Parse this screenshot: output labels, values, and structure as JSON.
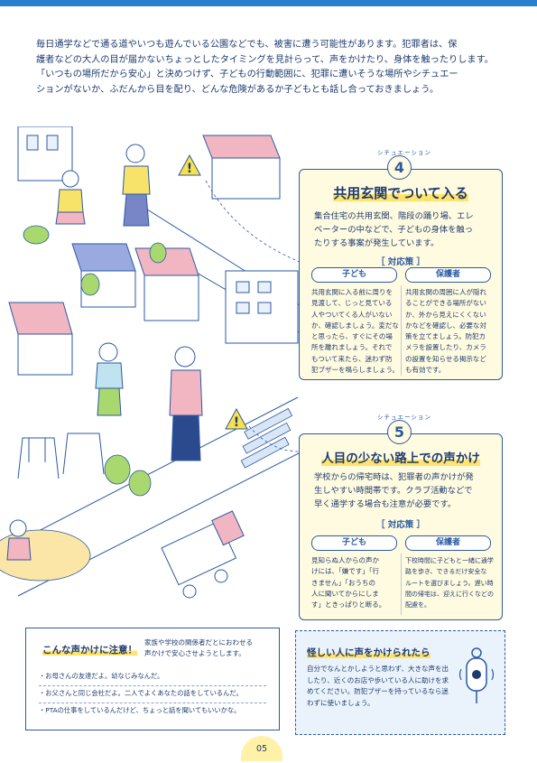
{
  "intro": {
    "lines": [
      "毎日通学などで通る道やいつも遊んでいる公園などでも、被害に遭う可能性があります。犯罪者は、保",
      "護者などの大人の目が届かないちょっとしたタイミングを見計らって、声をかけたり、身体を触ったりします。",
      "「いつもの場所だから安心」と決めつけず、子どもの行動範囲に、犯罪に遭いそうな場所やシチュエー",
      "ションがないか、ふだんから目を配り、どんな危険があるか子どもとも話し合っておきましょう。"
    ]
  },
  "situation1": {
    "label": "シチュエーション",
    "number": "4",
    "title": "共用玄関でついて入る",
    "desc": [
      "集合住宅の共用玄関、階段の踊り場、エレ",
      "ベーターの中などで、子どもの身体を触っ",
      "たりする事案が発生しています。"
    ],
    "measures": "［ 対応策 ］",
    "child_label": "子ども",
    "parent_label": "保護者",
    "child_text": [
      "共用玄関に入る前に周りを",
      "見渡して、じっと見ている",
      "人やついてくる人がいない",
      "か、確認しましょう。変だな",
      "と思ったら、すぐにその場",
      "所を離れましょう。それで",
      "もついて来たら、迷わず防",
      "犯ブザーを鳴らしましょう。"
    ],
    "parent_text": [
      "共用玄関の周囲に人が隠れ",
      "ることができる場所がない",
      "か、外から見えにくくない",
      "かなどを確認し、必要な対",
      "策を立てましょう。防犯カ",
      "メラを設置したり、カメラ",
      "の設置を知らせる掲示など",
      "も有効です。"
    ]
  },
  "situation2": {
    "label": "シチュエーション",
    "number": "5",
    "title": "人目の少ない路上での声かけ",
    "desc": [
      "学校からの帰宅時は、犯罪者の声かけが発",
      "生しやすい時間帯です。クラブ活動などで",
      "早く通学する場合も注意が必要です。"
    ],
    "measures": "［ 対応策 ］",
    "child_label": "子ども",
    "parent_label": "保護者",
    "child_text": [
      "見知らぬ人からの声か",
      "けには、「嫌です」「行",
      "きません」「おうちの",
      "人に聞いてからにしま",
      "す」ときっぱりと断る。"
    ],
    "parent_text": [
      "下校時間に子どもと一緒に通学",
      "路を歩き、できるだけ安全な",
      "ルートを選びましょう。遅い時",
      "間の帰宅は、迎えに行くなどの",
      "配慮を。"
    ]
  },
  "warning": {
    "title": "こんな声かけに注意！",
    "desc": [
      "家族や学校の関係者だとにおわせる",
      "声かけで安心させようとします。"
    ],
    "examples": [
      "・お母さんの友達だよ。幼なじみなんだ。",
      "・お父さんと同じ会社だよ。二人でよくあなたの話をしているんだ。",
      "・PTAの仕事をしているんだけど、ちょっと話を聞いてもいいかな。"
    ]
  },
  "advice": {
    "title": "怪しい人に声をかけられたら",
    "text": [
      "自分でなんとかしようと思わず、大きな声を出",
      "したり、近くのお店や歩いている人に助けを求",
      "めてください。防犯ブザーを持っているなら迷",
      "わずに使いましょう。"
    ],
    "icon": "buzzer-icon"
  },
  "page_number": "05",
  "colors": {
    "navy": "#1f3b6e",
    "blue": "#2b5aa0",
    "accent_blue": "#2a7fcf",
    "card_bg": "#fffbe0",
    "highlight": "#ffe36b"
  }
}
